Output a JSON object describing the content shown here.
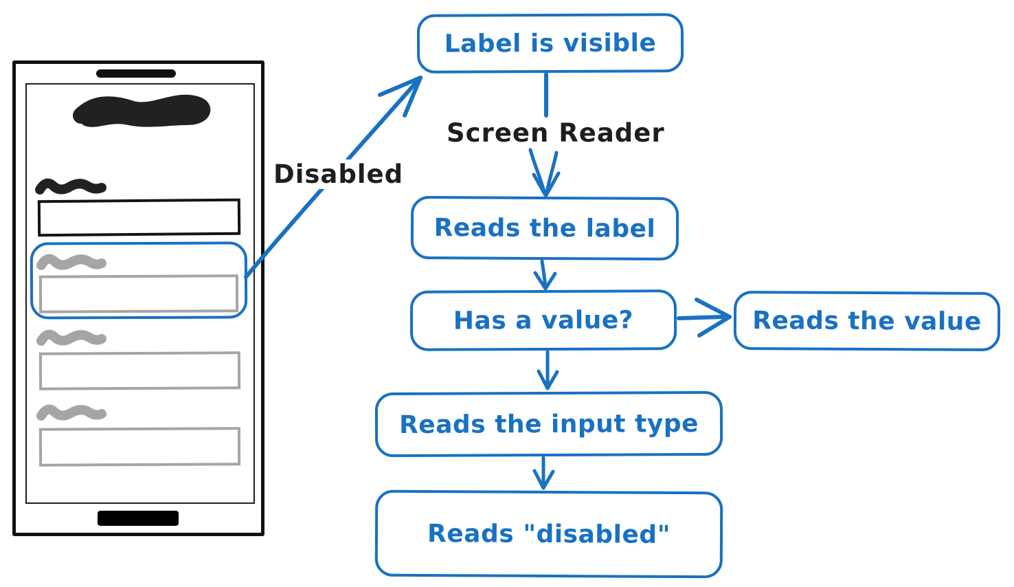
{
  "colors": {
    "accent_blue": "#1971c2",
    "ink_black": "#1e1e1e",
    "disabled_gray": "#a5a5a5"
  },
  "annotation": {
    "disabled_label": "Disabled"
  },
  "flowchart": {
    "screen_reader_label": "Screen Reader",
    "nodes": [
      {
        "id": "label-visible",
        "label": "Label is visible"
      },
      {
        "id": "reads-label",
        "label": "Reads the label"
      },
      {
        "id": "has-value",
        "label": "Has a value?"
      },
      {
        "id": "reads-value",
        "label": "Reads the value"
      },
      {
        "id": "reads-input-type",
        "label": "Reads the input type"
      },
      {
        "id": "reads-disabled",
        "label": "Reads \"disabled\""
      }
    ]
  },
  "phone": {
    "speaker_icon": "speaker-bar",
    "home_icon": "home-button",
    "heading_placeholder": "scribble-heading",
    "fields": [
      {
        "state": "enabled",
        "highlighted": false
      },
      {
        "state": "disabled",
        "highlighted": true
      },
      {
        "state": "disabled",
        "highlighted": false
      },
      {
        "state": "disabled",
        "highlighted": false
      }
    ]
  }
}
